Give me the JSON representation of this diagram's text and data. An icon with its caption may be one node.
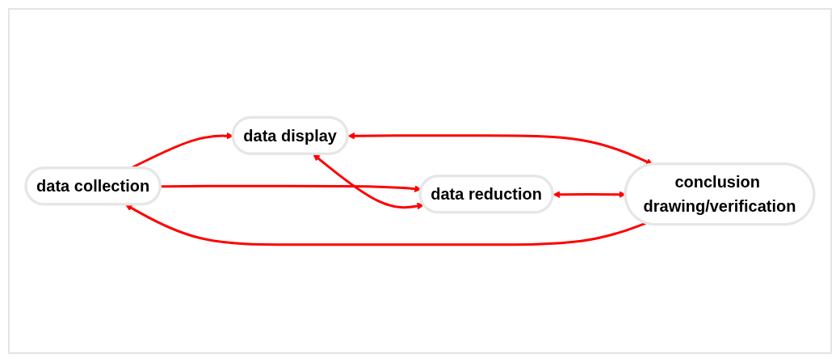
{
  "diagram": {
    "nodes": [
      {
        "text": [
          "data collection"
        ]
      },
      {
        "text": [
          "data display"
        ]
      },
      {
        "text": [
          "data reduction"
        ]
      },
      {
        "text": [
          "conclusion drawing/verification"
        ]
      }
    ],
    "edges": [
      {
        "from": 0,
        "to": 1,
        "arrow": "to"
      },
      {
        "from": 0,
        "to": 2,
        "arrow": "to"
      },
      {
        "from": 1,
        "to": 2,
        "arrow": "both"
      },
      {
        "from": 1,
        "to": 3,
        "arrow": "both"
      },
      {
        "from": 2,
        "to": 3,
        "arrow": "both"
      },
      {
        "from": 3,
        "to": 0,
        "arrow": "to"
      }
    ]
  }
}
